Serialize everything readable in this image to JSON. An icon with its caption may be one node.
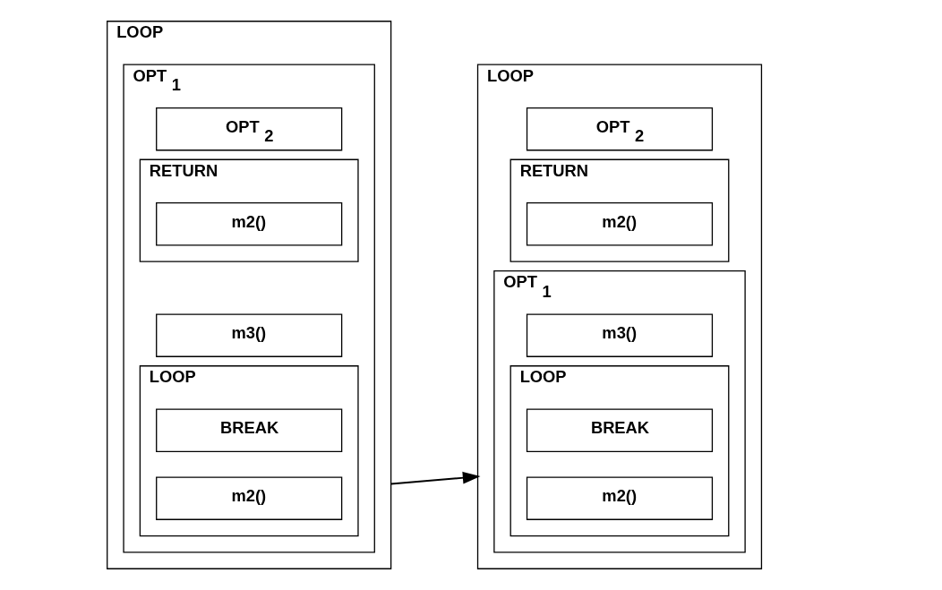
{
  "diagram": {
    "nodes": [
      {
        "text": [
          "LOOP"
        ]
      },
      {
        "text": [
          "OPT $_{1}$"
        ],
        "in": 0
      },
      {
        "text": [
          "OPT $_{2}$"
        ],
        "in": 1
      },
      {
        "text": [
          "RETURN"
        ],
        "in": 1
      },
      {
        "text": [
          "m2()"
        ],
        "in": 3
      },
      {
        "text": [
          "m3()"
        ],
        "in": 1
      },
      {
        "text": [
          "LOOP"
        ],
        "in": 1
      },
      {
        "text": [
          "BREAK"
        ],
        "in": 6
      },
      {
        "text": [
          "m2()"
        ],
        "in": 6
      },
      {
        "text": [
          "LOOP"
        ]
      },
      {
        "text": [
          "OPT $_{2}$"
        ],
        "in": 9
      },
      {
        "text": [
          "RETURN"
        ],
        "in": 9
      },
      {
        "text": [
          "m2()"
        ],
        "in": 11
      },
      {
        "text": [
          "OPT $_{1}$"
        ],
        "in": 9
      },
      {
        "text": [
          "m3()"
        ],
        "in": 13
      },
      {
        "text": [
          "LOOP"
        ],
        "in": 13
      },
      {
        "text": [
          "BREAK"
        ],
        "in": 15
      },
      {
        "text": [
          "m2()"
        ],
        "in": 15
      }
    ],
    "edges": [
      {
        "from": 0,
        "to": 9,
        "arrow": "to"
      }
    ]
  }
}
